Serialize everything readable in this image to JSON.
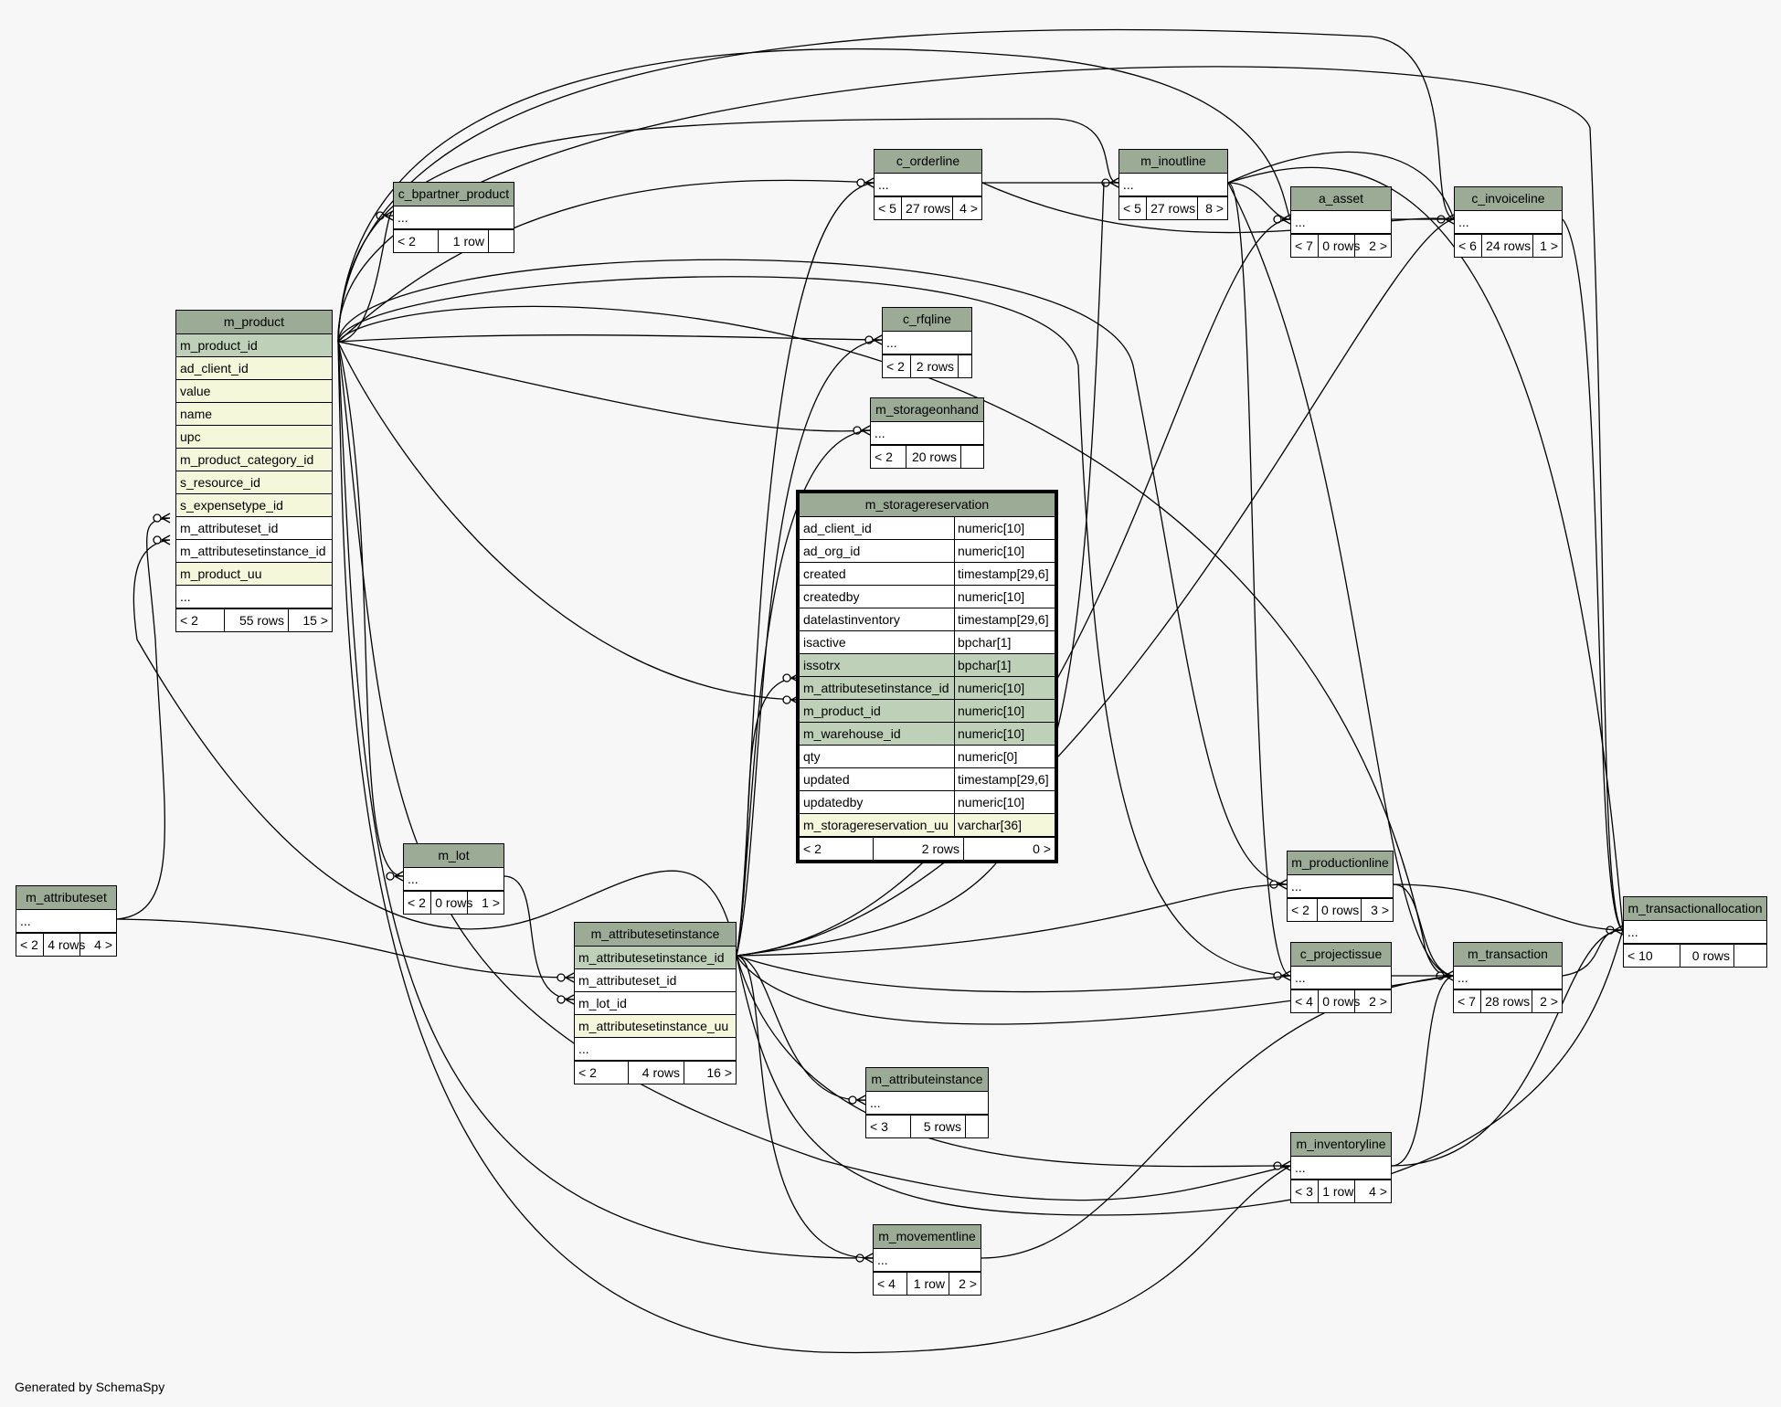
{
  "footer": "Generated by SchemaSpy",
  "tables": {
    "c_bpartner_product": {
      "title": "c_bpartner_product",
      "rows": [
        {
          "name": "..."
        }
      ],
      "footer": [
        "< 2",
        "1 row",
        ""
      ]
    },
    "m_product": {
      "title": "m_product",
      "rows": [
        {
          "name": "m_product_id",
          "kind": "pk"
        },
        {
          "name": "ad_client_id",
          "kind": "idx"
        },
        {
          "name": "value",
          "kind": "idx"
        },
        {
          "name": "name",
          "kind": "idx"
        },
        {
          "name": "upc",
          "kind": "idx"
        },
        {
          "name": "m_product_category_id",
          "kind": "idx"
        },
        {
          "name": "s_resource_id",
          "kind": "idx"
        },
        {
          "name": "s_expensetype_id",
          "kind": "idx"
        },
        {
          "name": "m_attributeset_id"
        },
        {
          "name": "m_attributesetinstance_id"
        },
        {
          "name": "m_product_uu",
          "kind": "idx"
        },
        {
          "name": "..."
        }
      ],
      "footer": [
        "< 2",
        "55 rows",
        "15 >"
      ]
    },
    "m_attributeset": {
      "title": "m_attributeset",
      "rows": [
        {
          "name": "..."
        }
      ],
      "footer": [
        "< 2",
        "4 rows",
        "4 >"
      ]
    },
    "m_lot": {
      "title": "m_lot",
      "rows": [
        {
          "name": "..."
        }
      ],
      "footer": [
        "< 2",
        "0 rows",
        "1 >"
      ]
    },
    "m_attributesetinstance": {
      "title": "m_attributesetinstance",
      "rows": [
        {
          "name": "m_attributesetinstance_id",
          "kind": "pk"
        },
        {
          "name": "m_attributeset_id"
        },
        {
          "name": "m_lot_id"
        },
        {
          "name": "m_attributesetinstance_uu",
          "kind": "idx"
        },
        {
          "name": "..."
        }
      ],
      "footer": [
        "< 2",
        "4 rows",
        "16 >"
      ]
    },
    "c_orderline": {
      "title": "c_orderline",
      "rows": [
        {
          "name": "..."
        }
      ],
      "footer": [
        "< 5",
        "27 rows",
        "4 >"
      ]
    },
    "c_rfqline": {
      "title": "c_rfqline",
      "rows": [
        {
          "name": "..."
        }
      ],
      "footer": [
        "< 2",
        "2 rows",
        ""
      ]
    },
    "m_storageonhand": {
      "title": "m_storageonhand",
      "rows": [
        {
          "name": "..."
        }
      ],
      "footer": [
        "< 2",
        "20 rows",
        ""
      ]
    },
    "m_storagereservation": {
      "title": "m_storagereservation",
      "rows": [
        {
          "name": "ad_client_id",
          "type": "numeric[10]"
        },
        {
          "name": "ad_org_id",
          "type": "numeric[10]"
        },
        {
          "name": "created",
          "type": "timestamp[29,6]"
        },
        {
          "name": "createdby",
          "type": "numeric[10]"
        },
        {
          "name": "datelastinventory",
          "type": "timestamp[29,6]"
        },
        {
          "name": "isactive",
          "type": "bpchar[1]"
        },
        {
          "name": "issotrx",
          "type": "bpchar[1]",
          "kind": "pk"
        },
        {
          "name": "m_attributesetinstance_id",
          "type": "numeric[10]",
          "kind": "pk"
        },
        {
          "name": "m_product_id",
          "type": "numeric[10]",
          "kind": "pk"
        },
        {
          "name": "m_warehouse_id",
          "type": "numeric[10]",
          "kind": "pk"
        },
        {
          "name": "qty",
          "type": "numeric[0]"
        },
        {
          "name": "updated",
          "type": "timestamp[29,6]"
        },
        {
          "name": "updatedby",
          "type": "numeric[10]"
        },
        {
          "name": "m_storagereservation_uu",
          "type": "varchar[36]",
          "kind": "idx"
        }
      ],
      "footer": [
        "< 2",
        "2 rows",
        "0 >"
      ]
    },
    "m_attributeinstance": {
      "title": "m_attributeinstance",
      "rows": [
        {
          "name": "..."
        }
      ],
      "footer": [
        "< 3",
        "5 rows",
        ""
      ]
    },
    "m_movementline": {
      "title": "m_movementline",
      "rows": [
        {
          "name": "..."
        }
      ],
      "footer": [
        "< 4",
        "1 row",
        "2 >"
      ]
    },
    "m_inoutline": {
      "title": "m_inoutline",
      "rows": [
        {
          "name": "..."
        }
      ],
      "footer": [
        "< 5",
        "27 rows",
        "8 >"
      ]
    },
    "a_asset": {
      "title": "a_asset",
      "rows": [
        {
          "name": "..."
        }
      ],
      "footer": [
        "< 7",
        "0 rows",
        "2 >"
      ]
    },
    "c_invoiceline": {
      "title": "c_invoiceline",
      "rows": [
        {
          "name": "..."
        }
      ],
      "footer": [
        "< 6",
        "24 rows",
        "1 >"
      ]
    },
    "m_productionline": {
      "title": "m_productionline",
      "rows": [
        {
          "name": "..."
        }
      ],
      "footer": [
        "< 2",
        "0 rows",
        "3 >"
      ]
    },
    "c_projectissue": {
      "title": "c_projectissue",
      "rows": [
        {
          "name": "..."
        }
      ],
      "footer": [
        "< 4",
        "0 rows",
        "2 >"
      ]
    },
    "m_transaction": {
      "title": "m_transaction",
      "rows": [
        {
          "name": "..."
        }
      ],
      "footer": [
        "< 7",
        "28 rows",
        "2 >"
      ]
    },
    "m_inventoryline": {
      "title": "m_inventoryline",
      "rows": [
        {
          "name": "..."
        }
      ],
      "footer": [
        "< 3",
        "1 row",
        "4 >"
      ]
    },
    "m_transactionallocation": {
      "title": "m_transactionallocation",
      "rows": [
        {
          "name": "..."
        }
      ],
      "footer": [
        "< 10",
        "0 rows",
        ""
      ]
    }
  }
}
